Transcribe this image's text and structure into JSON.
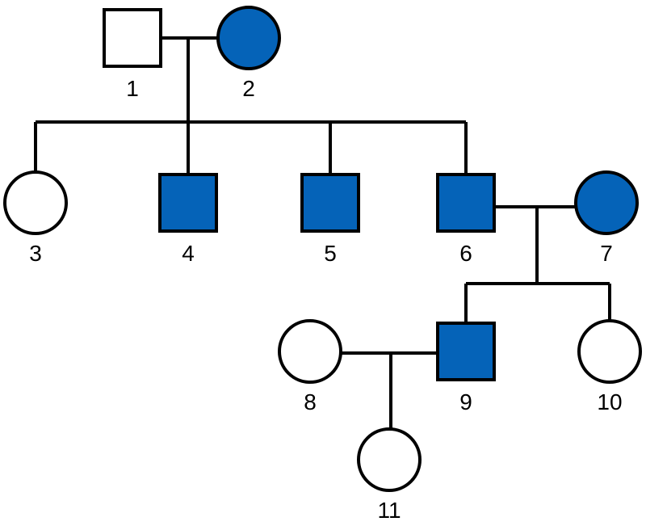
{
  "colors": {
    "affected": "#0563b8",
    "unaffected": "#ffffff",
    "outline": "#000000",
    "line": "#000000"
  },
  "individuals": [
    {
      "id": 1,
      "label": "1",
      "sex": "male",
      "affected": false,
      "generation": 1
    },
    {
      "id": 2,
      "label": "2",
      "sex": "female",
      "affected": true,
      "generation": 1
    },
    {
      "id": 3,
      "label": "3",
      "sex": "female",
      "affected": false,
      "generation": 2
    },
    {
      "id": 4,
      "label": "4",
      "sex": "male",
      "affected": true,
      "generation": 2
    },
    {
      "id": 5,
      "label": "5",
      "sex": "male",
      "affected": true,
      "generation": 2
    },
    {
      "id": 6,
      "label": "6",
      "sex": "male",
      "affected": true,
      "generation": 2
    },
    {
      "id": 7,
      "label": "7",
      "sex": "female",
      "affected": true,
      "generation": 2
    },
    {
      "id": 8,
      "label": "8",
      "sex": "female",
      "affected": false,
      "generation": 3
    },
    {
      "id": 9,
      "label": "9",
      "sex": "male",
      "affected": true,
      "generation": 3
    },
    {
      "id": 10,
      "label": "10",
      "sex": "female",
      "affected": false,
      "generation": 3
    },
    {
      "id": 11,
      "label": "11",
      "sex": "female",
      "affected": false,
      "generation": 4
    }
  ],
  "matings": [
    {
      "partners": [
        1,
        2
      ],
      "children": [
        3,
        4,
        5,
        6
      ]
    },
    {
      "partners": [
        6,
        7
      ],
      "children": [
        9,
        10
      ]
    },
    {
      "partners": [
        8,
        9
      ],
      "children": [
        11
      ]
    }
  ]
}
